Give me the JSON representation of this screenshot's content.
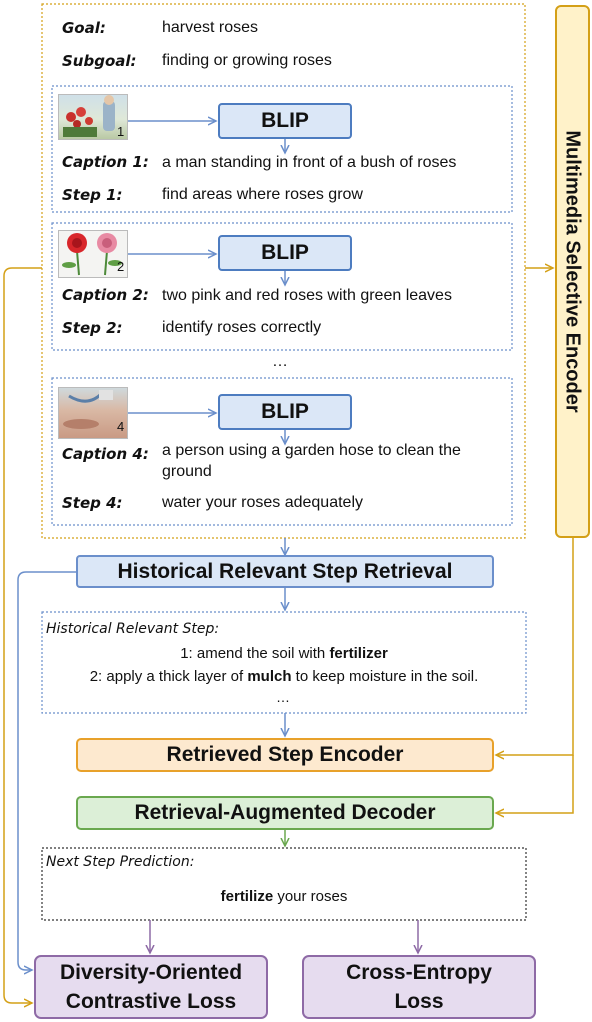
{
  "goal": {
    "label": "Goal:",
    "value": "harvest roses"
  },
  "subgoal": {
    "label": "Subgoal:",
    "value": "finding or growing roses"
  },
  "blip_label": "BLIP",
  "steps": [
    {
      "img_num": "1",
      "caption_label": "Caption 1:",
      "caption": "a man standing in front of a bush of roses",
      "step_label": "Step 1:",
      "step": "find areas where roses grow"
    },
    {
      "img_num": "2",
      "caption_label": "Caption 2:",
      "caption": "two pink and red roses with green leaves",
      "step_label": "Step 2:",
      "step": "identify roses correctly"
    },
    {
      "img_num": "4",
      "caption_label": "Caption 4:",
      "caption": "a person using a garden hose to clean the ground",
      "step_label": "Step 4:",
      "step": "water your roses adequately"
    }
  ],
  "ellipsis": "…",
  "multimedia_encoder": "Multimedia Selective Encoder",
  "historical_retrieval": "Historical Relevant Step Retrieval",
  "historical_box": {
    "title": "Historical Relevant Step:",
    "line1_pre": "1: amend the soil with ",
    "line1_bold": "fertilizer",
    "line2_pre": "2: apply a thick layer of ",
    "line2_bold": "mulch",
    "line2_post": " to keep moisture in the soil.",
    "ellipsis": "…"
  },
  "retrieved_step_encoder": "Retrieved Step Encoder",
  "retrieval_augmented_decoder": "Retrieval-Augmented Decoder",
  "next_step": {
    "title": "Next Step Prediction:",
    "bold": "fertilize",
    "rest": " your roses"
  },
  "loss_diversity": {
    "line1": "Diversity-Oriented",
    "line2": "Contrastive Loss"
  },
  "loss_ce": {
    "line1": "Cross-Entropy",
    "line2": "Loss"
  },
  "colors": {
    "blue": "#6b8fcb",
    "orange": "#e8a12a",
    "green": "#6aa84f",
    "purple": "#8e6aa6",
    "gold": "#d4a017"
  }
}
